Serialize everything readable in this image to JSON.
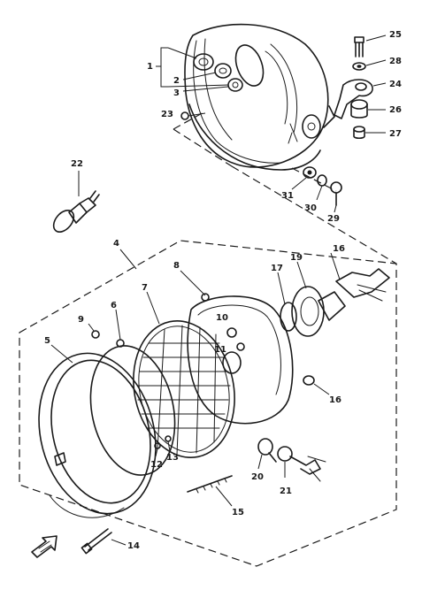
{
  "callouts": [
    {
      "id": "c1",
      "text": "1"
    },
    {
      "id": "c2",
      "text": "2"
    },
    {
      "id": "c3",
      "text": "3"
    },
    {
      "id": "c4",
      "text": "4"
    },
    {
      "id": "c5",
      "text": "5"
    },
    {
      "id": "c6",
      "text": "6"
    },
    {
      "id": "c7",
      "text": "7"
    },
    {
      "id": "c8",
      "text": "8"
    },
    {
      "id": "c9",
      "text": "9"
    },
    {
      "id": "c10",
      "text": "10"
    },
    {
      "id": "c11",
      "text": "11"
    },
    {
      "id": "c12",
      "text": "12"
    },
    {
      "id": "c13",
      "text": "13"
    },
    {
      "id": "c14",
      "text": "14"
    },
    {
      "id": "c15",
      "text": "15"
    },
    {
      "id": "c16a",
      "text": "16"
    },
    {
      "id": "c16b",
      "text": "16"
    },
    {
      "id": "c17",
      "text": "17"
    },
    {
      "id": "c19",
      "text": "19"
    },
    {
      "id": "c20",
      "text": "20"
    },
    {
      "id": "c21",
      "text": "21"
    },
    {
      "id": "c22",
      "text": "22"
    },
    {
      "id": "c23",
      "text": "23"
    },
    {
      "id": "c24",
      "text": "24"
    },
    {
      "id": "c25",
      "text": "25"
    },
    {
      "id": "c26",
      "text": "26"
    },
    {
      "id": "c27",
      "text": "27"
    },
    {
      "id": "c28",
      "text": "28"
    },
    {
      "id": "c29",
      "text": "29"
    },
    {
      "id": "c30",
      "text": "30"
    },
    {
      "id": "c31",
      "text": "31"
    }
  ]
}
